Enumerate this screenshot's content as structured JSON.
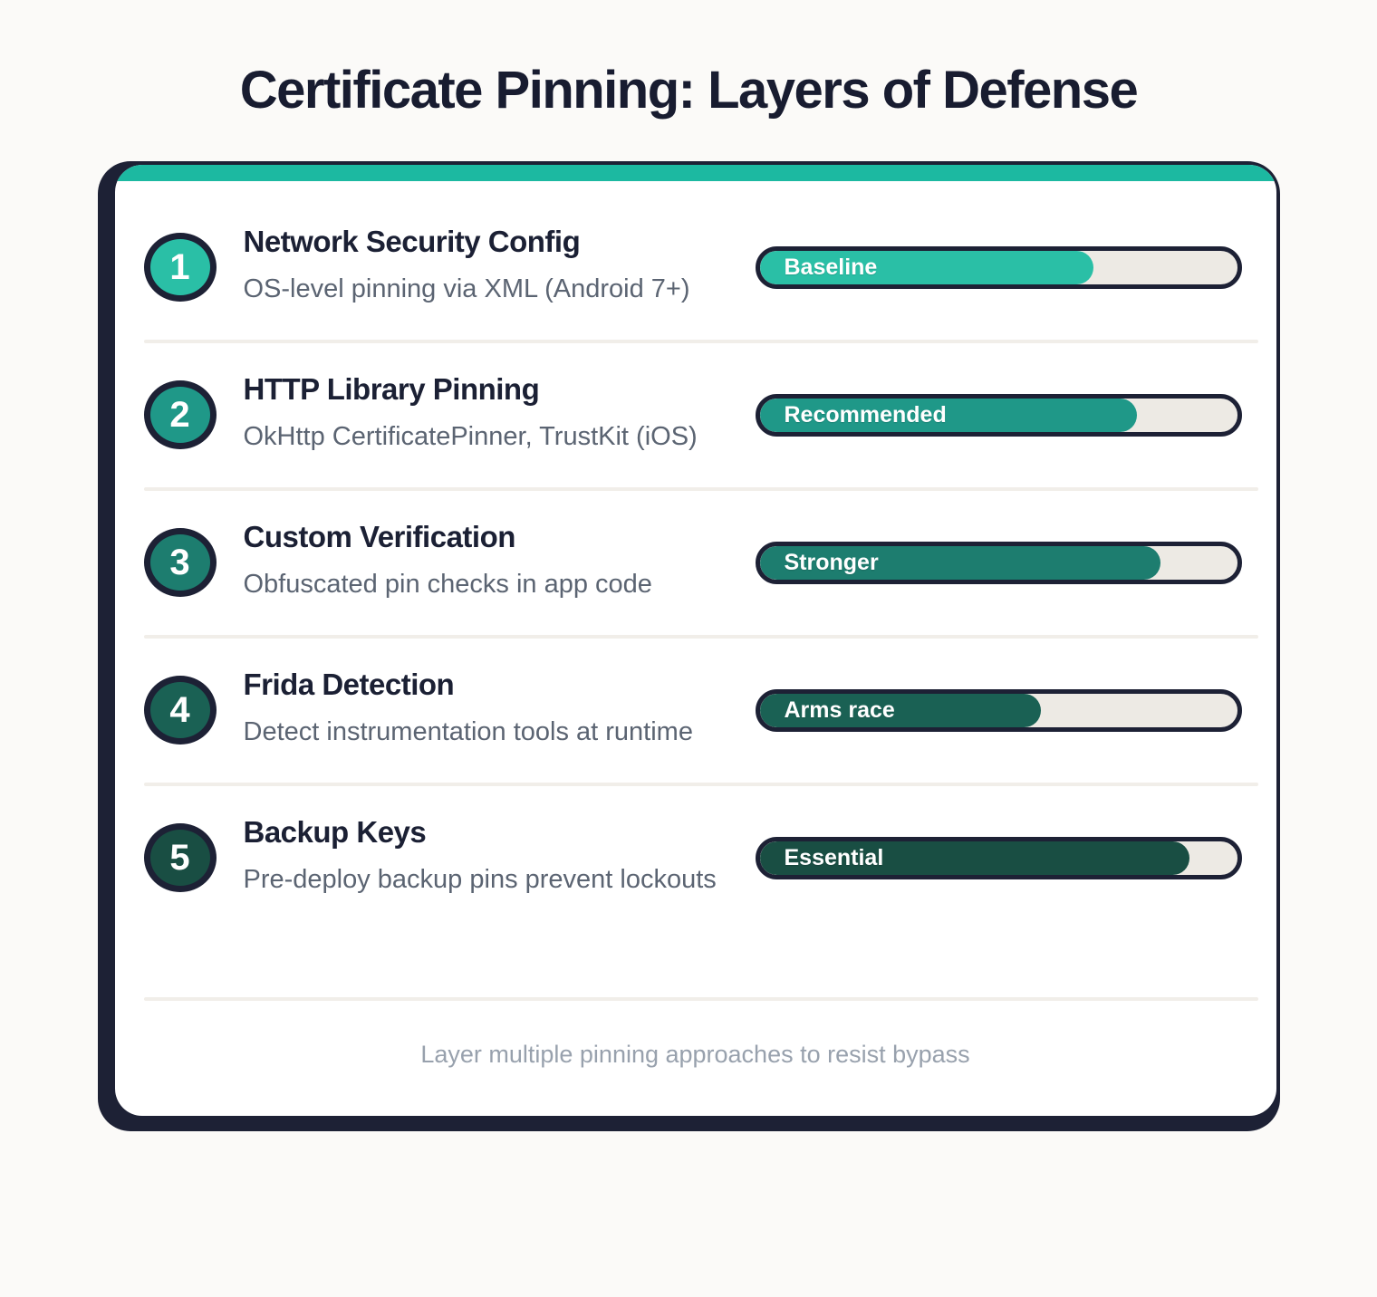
{
  "page": {
    "title": "Certificate Pinning: Layers of Defense",
    "footer": "Layer multiple pinning approaches to resist bypass"
  },
  "colors": {
    "background": "#fbfaf8",
    "navy_border": "#1d2135",
    "accent_top_bar": "#1cb9a1",
    "progress_track": "#edeae4",
    "heading_text": "#1b2034",
    "description_text": "#5b6472",
    "footer_text": "#98a1ad",
    "divider": "#f1eee9"
  },
  "chart_data": {
    "type": "bar",
    "title": "Certificate Pinning: Layers of Defense",
    "categories": [
      "Network Security Config",
      "HTTP Library Pinning",
      "Custom Verification",
      "Frida Detection",
      "Backup Keys"
    ],
    "values": [
      70,
      79,
      84,
      59,
      90
    ],
    "value_unit": "percent-of-track-filled",
    "labels": [
      "Baseline",
      "Recommended",
      "Stronger",
      "Arms race",
      "Essential"
    ]
  },
  "layers": [
    {
      "number": "1",
      "title": "Network Security Config",
      "description": "OS-level pinning via XML (Android 7+)",
      "badge": "Baseline",
      "percent": 70,
      "color": "#2abfa6"
    },
    {
      "number": "2",
      "title": "HTTP Library Pinning",
      "description": "OkHttp CertificatePinner, TrustKit (iOS)",
      "badge": "Recommended",
      "percent": 79,
      "color": "#1f9888"
    },
    {
      "number": "3",
      "title": "Custom Verification",
      "description": "Obfuscated pin checks in app code",
      "badge": "Stronger",
      "percent": 84,
      "color": "#1d7d6f"
    },
    {
      "number": "4",
      "title": "Frida Detection",
      "description": "Detect instrumentation tools at runtime",
      "badge": "Arms race",
      "percent": 59,
      "color": "#1a6154"
    },
    {
      "number": "5",
      "title": "Backup Keys",
      "description": "Pre-deploy backup pins prevent lockouts",
      "badge": "Essential",
      "percent": 90,
      "color": "#194e43"
    }
  ]
}
